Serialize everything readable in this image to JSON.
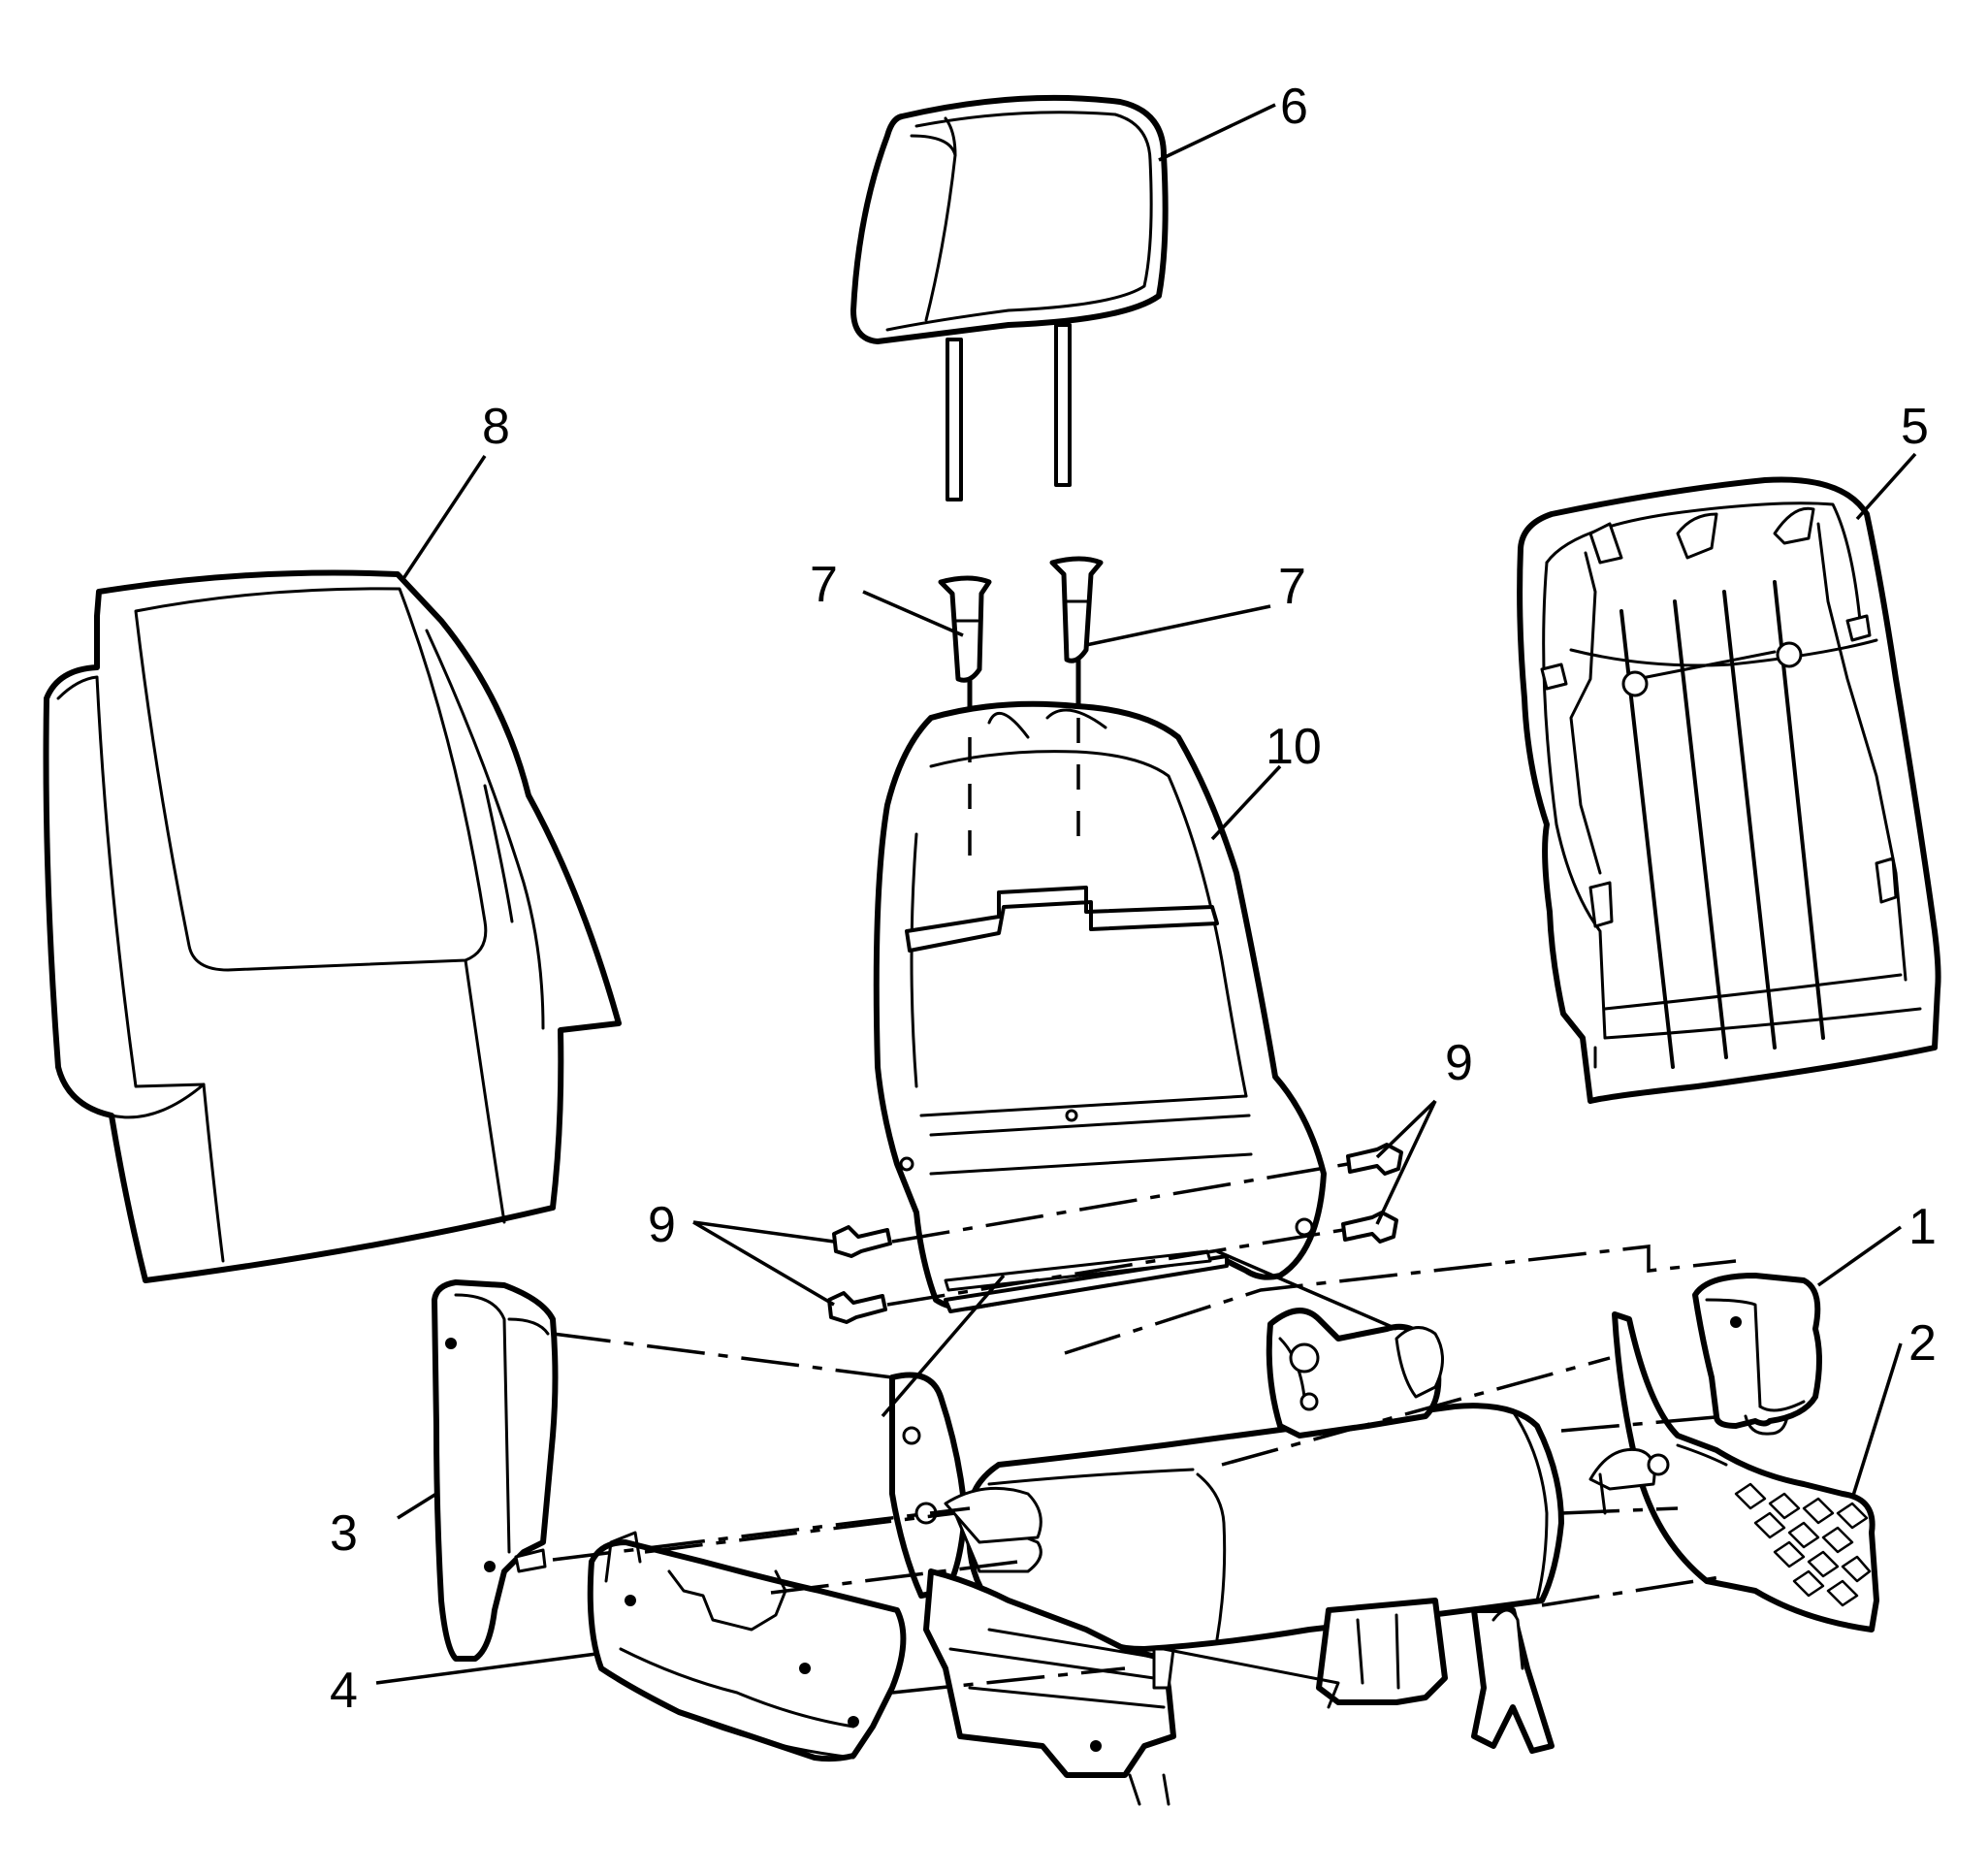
{
  "diagram": {
    "callouts": {
      "c1": "1",
      "c2": "2",
      "c3": "3",
      "c4": "4",
      "c5": "5",
      "c6": "6",
      "c7a": "7",
      "c7b": "7",
      "c8": "8",
      "c9a": "9",
      "c9b": "9",
      "c10": "10"
    }
  }
}
